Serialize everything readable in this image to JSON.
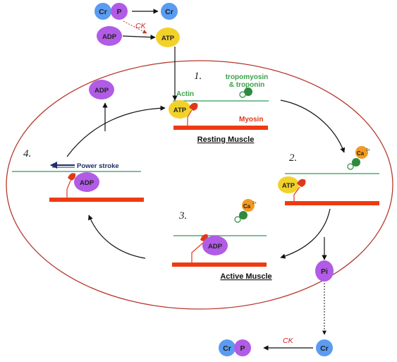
{
  "molecules": {
    "cr": "Cr",
    "p": "P",
    "adp": "ADP",
    "atp": "ATP",
    "pi": "Pi",
    "ca": "Ca"
  },
  "enzyme": "CK",
  "labels": {
    "actin": "Actin",
    "myosin": "Myosin",
    "tropomyosin": "tropomyosin",
    "troponin": "& troponin",
    "power_stroke": "Power stroke"
  },
  "steps": [
    "1.",
    "2.",
    "3.",
    "4."
  ],
  "states": {
    "resting": "Resting Muscle",
    "active": "Active Muscle"
  },
  "colors": {
    "creatine_blue": "#5b9bf0",
    "phosphate_purple": "#b15be6",
    "atp_yellow": "#f2d22a",
    "calcium_orange": "#f39a1e",
    "actin_green": "#2e9a5a",
    "myosin_red": "#ee3a12",
    "cell_border": "#b5382c"
  }
}
